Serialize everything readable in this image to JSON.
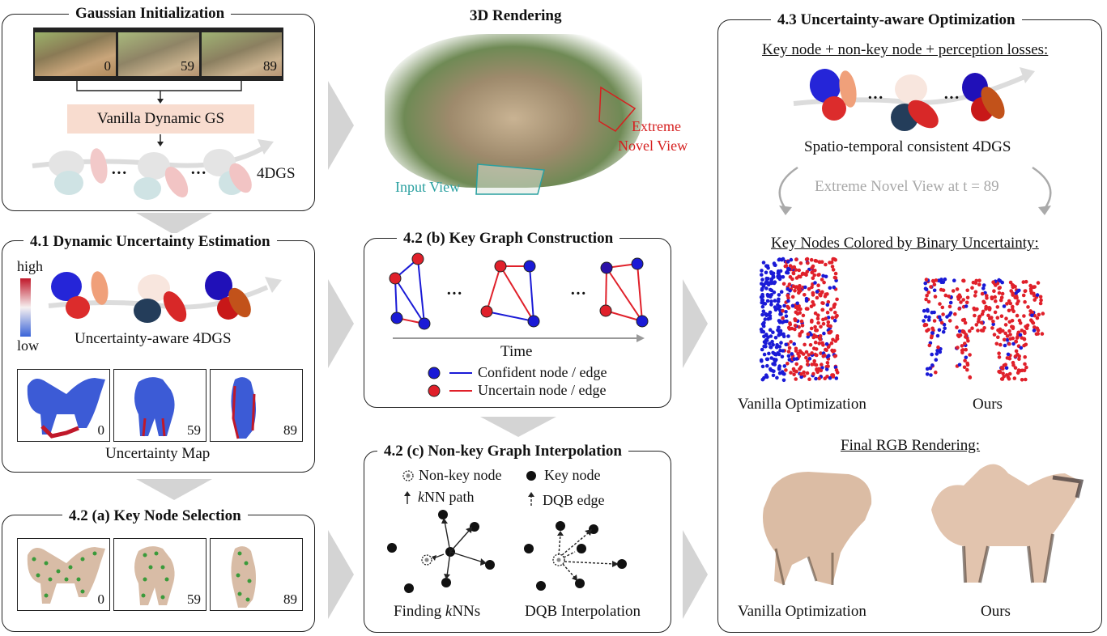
{
  "gaussian_init": {
    "title": "Gaussian Initialization",
    "frames": [
      "0",
      "59",
      "89"
    ],
    "vanilla_box": "Vanilla Dynamic GS",
    "ellipses_label": "4DGS",
    "dots": "···"
  },
  "uncertainty": {
    "title": "4.1 Dynamic Uncertainty Estimation",
    "legend_high": "high",
    "legend_low": "low",
    "model_label": "Uncertainty-aware 4DGS",
    "map_frames": [
      "0",
      "59",
      "89"
    ],
    "map_caption": "Uncertainty Map"
  },
  "key_node_selection": {
    "title": "4.2 (a) Key Node Selection",
    "frames": [
      "0",
      "59",
      "89"
    ]
  },
  "rendering": {
    "title": "3D Rendering",
    "input_view": "Input View",
    "extreme_view": "Extreme\nNovel View",
    "extreme_line1": "Extreme",
    "extreme_line2": "Novel View"
  },
  "key_graph": {
    "title": "4.2 (b) Key Graph Construction",
    "time_label": "Time",
    "legend_confident": "Confident node / edge",
    "legend_uncertain": "Uncertain node / edge",
    "dots": "···"
  },
  "nonkey_graph": {
    "title": "4.2 (c) Non-key Graph Interpolation",
    "legend_nonkey": "Non-key node",
    "legend_key": "Key node",
    "legend_knn_prefix": "",
    "legend_knn_k": "k",
    "legend_knn_suffix": "NN path",
    "legend_dqb": "DQB edge",
    "caption_left_prefix": "Finding ",
    "caption_left_k": "k",
    "caption_left_suffix": "NNs",
    "caption_right": "DQB Interpolation"
  },
  "optimization": {
    "title": "4.3 Uncertainty-aware Optimization",
    "losses_heading": "Key node + non-key node + perception losses:",
    "consistent_label": "Spatio-temporal consistent 4DGS",
    "extreme_view_label": "Extreme Novel View at t = 89",
    "key_nodes_heading": "Key Nodes Colored by Binary Uncertainty:",
    "vanilla_label": "Vanilla Optimization",
    "ours_label": "Ours",
    "final_heading": "Final RGB Rendering:",
    "final_vanilla_label": "Vanilla Optimization",
    "final_ours_label": "Ours",
    "dots": "···"
  },
  "colors": {
    "confident": "#1a1ad6",
    "uncertain": "#e0202a",
    "vanilla_box": "#f8dccf",
    "arrow_gray": "#d4d4d4",
    "input_view": "#2aa0a0",
    "extreme_view": "#d62020"
  }
}
